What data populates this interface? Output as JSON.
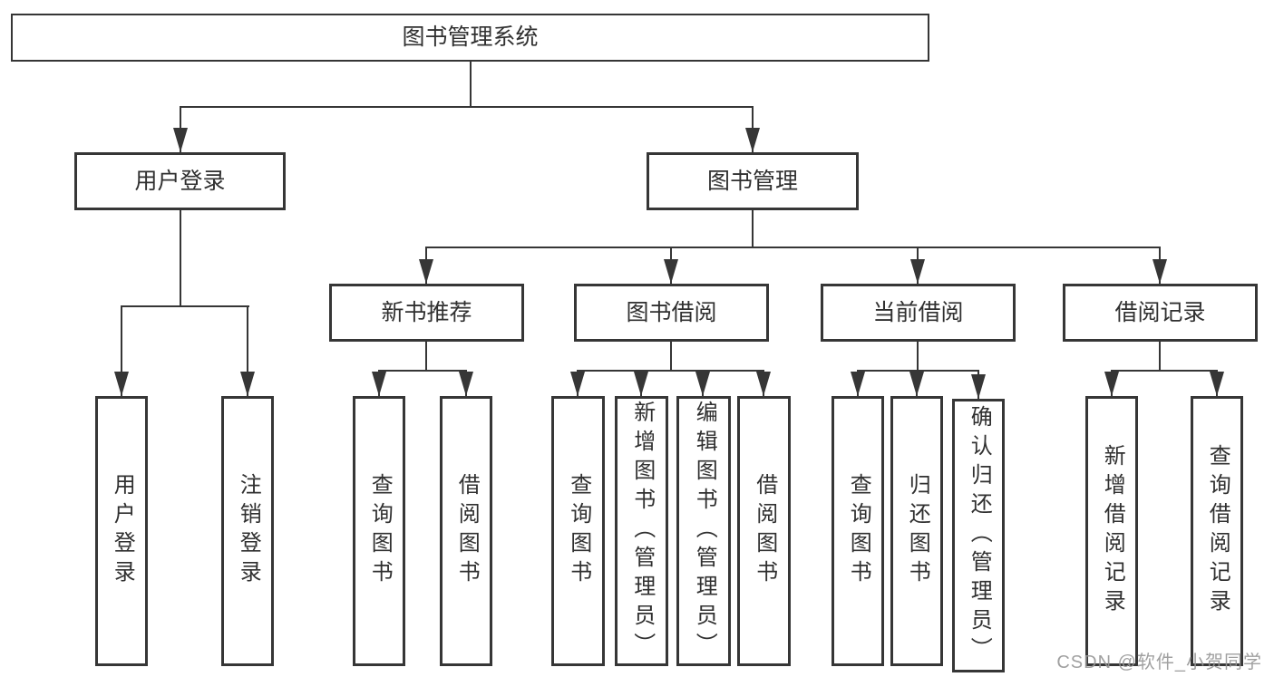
{
  "tree": {
    "label": "图书管理系统",
    "children": [
      {
        "label": "用户登录",
        "children": [
          {
            "label": "用户登录"
          },
          {
            "label": "注销登录"
          }
        ]
      },
      {
        "label": "图书管理",
        "children": [
          {
            "label": "新书推荐",
            "children": [
              {
                "label": "查询图书"
              },
              {
                "label": "借阅图书"
              }
            ]
          },
          {
            "label": "图书借阅",
            "children": [
              {
                "label": "查询图书"
              },
              {
                "label": "新增图书（管理员）"
              },
              {
                "label": "编辑图书（管理员）"
              },
              {
                "label": "借阅图书"
              }
            ]
          },
          {
            "label": "当前借阅",
            "children": [
              {
                "label": "查询图书"
              },
              {
                "label": "归还图书"
              },
              {
                "label": "确认归还（管理员）"
              }
            ]
          },
          {
            "label": "借阅记录",
            "children": [
              {
                "label": "新增借阅记录"
              },
              {
                "label": "查询借阅记录"
              }
            ]
          }
        ]
      }
    ]
  },
  "watermark": "CSDN @软件_小贺同学",
  "colors": {
    "line": "#363636",
    "text": "#303030",
    "background": "#ffffff",
    "watermark": "#969696"
  }
}
